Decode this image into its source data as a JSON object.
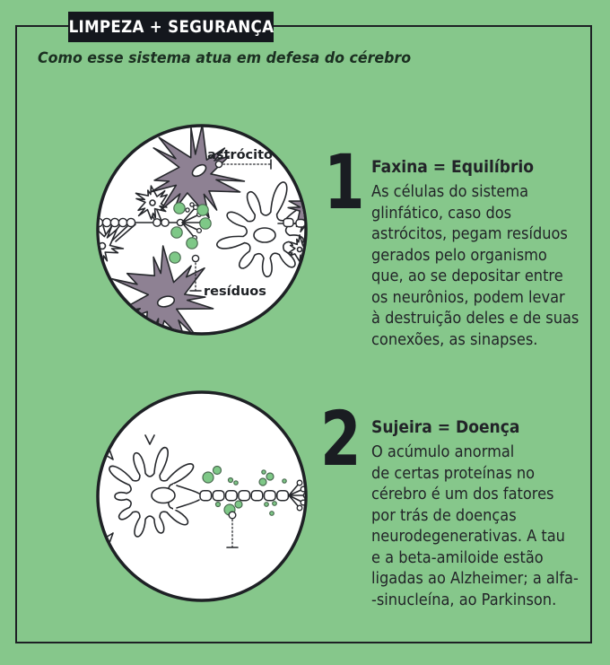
{
  "header": {
    "title": "LIMPEZA + SEGURANÇA",
    "subtitle": "Como esse sistema atua em defesa do cérebro"
  },
  "sections": [
    {
      "number": "1",
      "heading": "Faxina = Equilíbrio",
      "body": "As células do sistema\nglinfático, caso dos\nastrócitos, pegam resíduos\ngerados pelo organismo\nque, ao se depositar entre\nos neurônios, podem levar\nà destruição deles e de suas\nconexões, as sinapses.",
      "labels": {
        "astrocyte": "astrócito",
        "residues": "resíduos"
      }
    },
    {
      "number": "2",
      "heading": "Sujeira = Doença",
      "body": "O acúmulo anormal\nde certas proteínas no\ncérebro é um dos fatores\npor trás de doenças\nneurodegenerativas. A tau\ne a beta-amiloide estão\nligadas ao Alzheimer; a alfa-\n-sinucleína, ao Parkinson."
    }
  ],
  "colors": {
    "background": "#86c78b",
    "header_bg": "#14171d",
    "header_text": "#ffffff",
    "ink": "#222428",
    "frame_border": "#1d2024",
    "astrocyte_fill": "#8e8193",
    "residue_green": "#7ec887",
    "illustration_white": "#ffffff"
  }
}
